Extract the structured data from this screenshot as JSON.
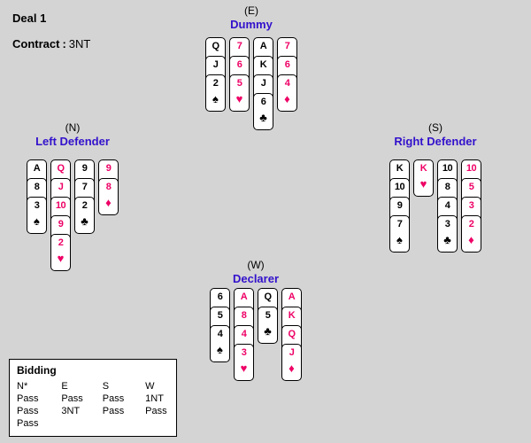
{
  "header": {
    "deal": "Deal 1",
    "contract_label": "Contract",
    "contract_separator": ":",
    "contract_value": "3NT"
  },
  "colors": {
    "background": "#d4d4d4",
    "red_suit": "#ee0066",
    "black_suit": "#000000",
    "hand_title": "#3311cc",
    "card_bg": "#ffffff"
  },
  "hands": [
    {
      "id": "dummy",
      "seat": "(E)",
      "title": "Dummy",
      "suits": [
        {
          "suit": "spades",
          "symbol": "♠",
          "color": "black",
          "cards": [
            "Q",
            "J",
            "2"
          ]
        },
        {
          "suit": "hearts",
          "symbol": "♥",
          "color": "red",
          "cards": [
            "7",
            "6",
            "5"
          ]
        },
        {
          "suit": "clubs",
          "symbol": "♣",
          "color": "black",
          "cards": [
            "A",
            "K",
            "J",
            "6"
          ]
        },
        {
          "suit": "diamonds",
          "symbol": "♦",
          "color": "red",
          "cards": [
            "7",
            "6",
            "4"
          ]
        }
      ]
    },
    {
      "id": "north",
      "seat": "(N)",
      "title": "Left Defender",
      "suits": [
        {
          "suit": "spades",
          "symbol": "♠",
          "color": "black",
          "cards": [
            "A",
            "8",
            "3"
          ]
        },
        {
          "suit": "hearts",
          "symbol": "♥",
          "color": "red",
          "cards": [
            "Q",
            "J",
            "10",
            "9",
            "2"
          ]
        },
        {
          "suit": "clubs",
          "symbol": "♣",
          "color": "black",
          "cards": [
            "9",
            "7",
            "2"
          ]
        },
        {
          "suit": "diamonds",
          "symbol": "♦",
          "color": "red",
          "cards": [
            "9",
            "8"
          ]
        }
      ]
    },
    {
      "id": "south",
      "seat": "(S)",
      "title": "Right Defender",
      "suits": [
        {
          "suit": "spades",
          "symbol": "♠",
          "color": "black",
          "cards": [
            "K",
            "10",
            "9",
            "7"
          ]
        },
        {
          "suit": "hearts",
          "symbol": "♥",
          "color": "red",
          "cards": [
            "K"
          ]
        },
        {
          "suit": "clubs",
          "symbol": "♣",
          "color": "black",
          "cards": [
            "10",
            "8",
            "4",
            "3"
          ]
        },
        {
          "suit": "diamonds",
          "symbol": "♦",
          "color": "red",
          "cards": [
            "10",
            "5",
            "3",
            "2"
          ]
        }
      ]
    },
    {
      "id": "west",
      "seat": "(W)",
      "title": "Declarer",
      "suits": [
        {
          "suit": "spades",
          "symbol": "♠",
          "color": "black",
          "cards": [
            "6",
            "5",
            "4"
          ]
        },
        {
          "suit": "hearts",
          "symbol": "♥",
          "color": "red",
          "cards": [
            "A",
            "8",
            "4",
            "3"
          ]
        },
        {
          "suit": "clubs",
          "symbol": "♣",
          "color": "black",
          "cards": [
            "Q",
            "5"
          ]
        },
        {
          "suit": "diamonds",
          "symbol": "♦",
          "color": "red",
          "cards": [
            "A",
            "K",
            "Q",
            "J"
          ]
        }
      ]
    }
  ],
  "bidding": {
    "title": "Bidding",
    "columns": [
      "N*",
      "E",
      "S",
      "W"
    ],
    "rows": [
      [
        "Pass",
        "Pass",
        "Pass",
        "1NT"
      ],
      [
        "Pass",
        "3NT",
        "Pass",
        "Pass"
      ],
      [
        "Pass",
        "",
        "",
        ""
      ]
    ]
  }
}
